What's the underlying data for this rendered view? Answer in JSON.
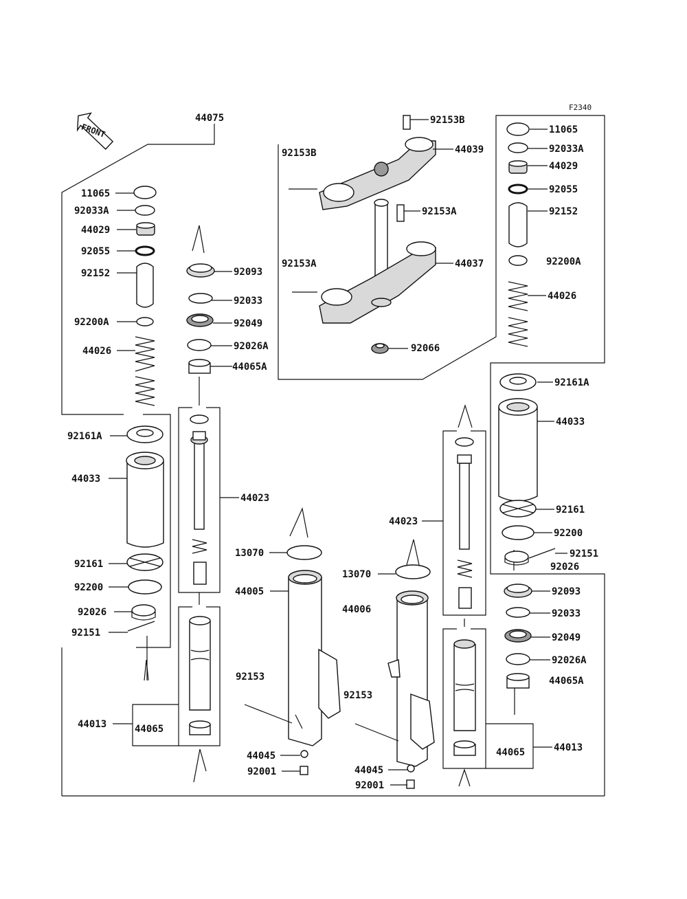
{
  "diagram_code": "F2340",
  "front_label": "FRONT",
  "labels": {
    "l44075": "44075",
    "l11065_l": "11065",
    "l92033A_l": "92033A",
    "l44029_l": "44029",
    "l92055_l": "92055",
    "l92152_l": "92152",
    "l92200A_l": "92200A",
    "l44026_l": "44026",
    "l92161A_l": "92161A",
    "l44033_l": "44033",
    "l92161_l": "92161",
    "l92200_l": "92200",
    "l92026_l": "92026",
    "l92151_l": "92151",
    "l44013_l": "44013",
    "l44065_l": "44065",
    "l92093_l": "92093",
    "l92033_l": "92033",
    "l92049_l": "92049",
    "l92026A_l": "92026A",
    "l44065A_l": "44065A",
    "l44023_l": "44023",
    "l13070_l": "13070",
    "l44005": "44005",
    "l92153_l": "92153",
    "l44045_l": "44045",
    "l92001_l": "92001",
    "l92153B_top": "92153B",
    "l92153B_left": "92153B",
    "l44039": "44039",
    "l92153A_r": "92153A",
    "l44037": "44037",
    "l92153A_l": "92153A",
    "l92066": "92066",
    "l44023_r": "44023",
    "l13070_r": "13070",
    "l44006": "44006",
    "l92153_r": "92153",
    "l44045_r": "44045",
    "l92001_r": "92001",
    "l11065_r": "11065",
    "l92033A_r": "92033A",
    "l44029_r": "44029",
    "l92055_r": "92055",
    "l92152_r": "92152",
    "l92200A_r": "92200A",
    "l44026_r": "44026",
    "l92161A_r": "92161A",
    "l44033_r": "44033",
    "l92161_r": "92161",
    "l92200_r": "92200",
    "l92151_r": "92151",
    "l92026_r": "92026",
    "l92093_r": "92093",
    "l92033_r": "92033",
    "l92049_r": "92049",
    "l92026A_r": "92026A",
    "l44065A_r": "44065A",
    "l44065_r": "44065",
    "l44013_r": "44013"
  }
}
